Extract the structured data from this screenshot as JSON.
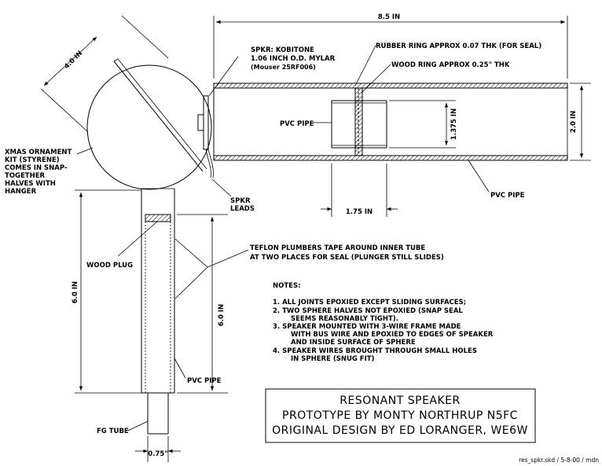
{
  "dimensions": {
    "top_length": "8.5 IN",
    "sphere_diameter": "4.0 IN",
    "pipe_height": "2.0 IN",
    "inner_tube": "1.375 IN",
    "wood_ring_span": "1.75 IN",
    "left_tube_length": "6.0 IN",
    "pvc_pipe_length": "6.0 IN",
    "tube_width": "0.75\""
  },
  "labels": {
    "spkr_1": "SPKR:  KOBITONE",
    "spkr_2": "1.06 INCH O.D. MYLAR",
    "spkr_3": "(Mouser 25RF006)",
    "rubber_ring": "RUBBER RING APPROX 0.07 THK (FOR SEAL)",
    "wood_ring": "WOOD RING APPROX 0.25\" THK",
    "pvc_pipe_inner": "PVC PIPE",
    "pvc_pipe_outer": "PVC PIPE",
    "pvc_pipe_lower": "PVC PIPE",
    "xmas_1": "XMAS ORNAMENT",
    "xmas_2": "KIT (STYRENE)",
    "xmas_3": "COMES IN SNAP-",
    "xmas_4": "TOGETHER",
    "xmas_5": "HALVES WITH",
    "xmas_6": "HANGER",
    "spkr_leads_1": "SPKR",
    "spkr_leads_2": "LEADS",
    "teflon_1": "TEFLON PLUMBERS TAPE AROUND INNER TUBE",
    "teflon_2": "AT TWO PLACES FOR SEAL (PLUNGER STILL SLIDES)",
    "wood_plug": "WOOD PLUG",
    "fg_tube": "FG TUBE"
  },
  "notes": {
    "heading": "NOTES:",
    "n1": "1.  ALL JOINTS EPOXIED EXCEPT SLIDING SURFACES;",
    "n2a": "2.  TWO SPHERE HALVES NOT EPOXIED (SNAP SEAL",
    "n2b": "SEEMS REASONABLY TIGHT).",
    "n3a": "3.  SPEAKER MOUNTED WITH 3-WIRE FRAME MADE",
    "n3b": "WITH BUS WIRE AND EPOXIED TO EDGES OF SPEAKER",
    "n3c": "AND INSIDE SURFACE OF SPHERE",
    "n4a": "4.  SPEAKER WIRES BROUGHT THROUGH SMALL HOLES",
    "n4b": "IN SPHERE (SNUG FIT)"
  },
  "title_block": {
    "line1": "RESONANT SPEAKER",
    "line2": "PROTOTYPE BY MONTY NORTHRUP N5FC",
    "line3": "ORIGINAL DESIGN BY ED LORANGER, WE6W"
  },
  "footer": "res_spkr.skd / 5-8-00 / mdn"
}
